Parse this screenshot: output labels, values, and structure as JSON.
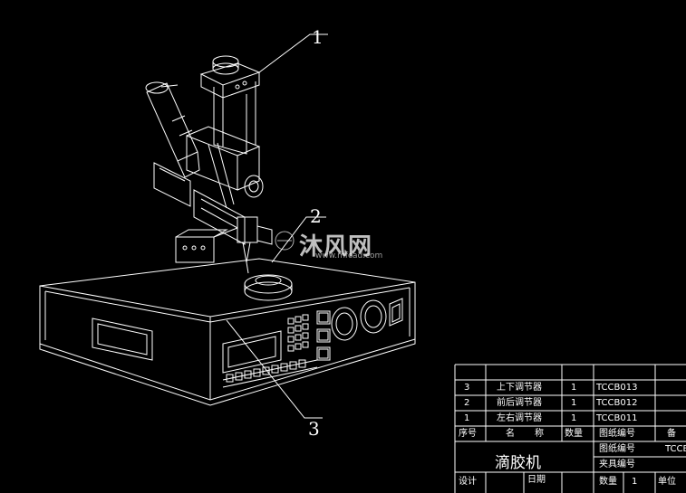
{
  "callouts": [
    "1",
    "2",
    "3"
  ],
  "watermark": {
    "text": "沐风网",
    "url": "www.mfcad.com"
  },
  "title_block": {
    "parts": [
      {
        "no": "3",
        "name": "上下调节器",
        "qty": "1",
        "code": "TCCB013"
      },
      {
        "no": "2",
        "name": "前后调节器",
        "qty": "1",
        "code": "TCCB012"
      },
      {
        "no": "1",
        "name": "左右调节器",
        "qty": "1",
        "code": "TCCB011"
      }
    ],
    "header": {
      "no": "序号",
      "name_a": "名",
      "name_b": "称",
      "qty": "数量",
      "code": "图纸编号",
      "remark": "备"
    },
    "product_name": "滴胶机",
    "drawing_no_label": "图纸编号",
    "drawing_no_value": "TCCB",
    "fixture_no_label": "夹具编号",
    "design_label": "设计",
    "date_label": "日期",
    "qty_label": "数量",
    "qty_value": "1",
    "unit_label": "单位"
  }
}
